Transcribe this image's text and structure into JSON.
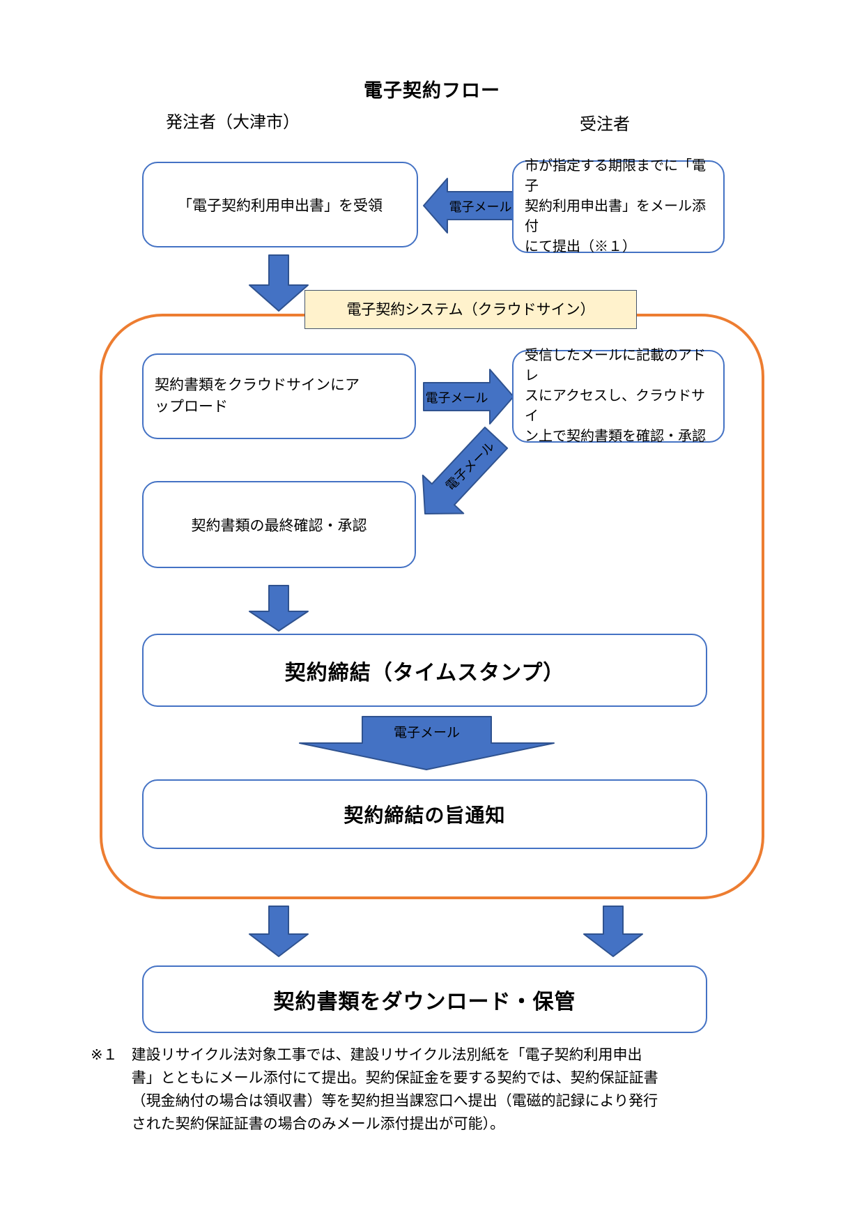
{
  "title": "電子契約フロー",
  "columns": {
    "left": "発注者（大津市）",
    "right": "受注者"
  },
  "system_label": "電子契約システム（クラウドサイン）",
  "labels": {
    "email": "電子メール"
  },
  "boxes": {
    "receive": "「電子契約利用申出書」を受領",
    "submit": "市が指定する期限までに「電子\n契約利用申出書」をメール添付\nにて提出（※１）",
    "upload": "契約書類をクラウドサインにア\nップロード",
    "access": "受信したメールに記載のアドレ\nスにアクセスし、クラウドサイ\nン上で契約書類を確認・承認",
    "final_confirm": "契約書類の最終確認・承認",
    "conclude": "契約締結（タイムスタンプ）",
    "notify": "契約締結の旨通知",
    "download": "契約書類をダウンロード・保管"
  },
  "footnote": {
    "marker": "※１",
    "text": "建設リサイクル法対象工事では、建設リサイクル法別紙を「電子契約利用申出\n書」とともにメール添付にて提出。契約保証金を要する契約では、契約保証証書\n（現金納付の場合は領収書）等を契約担当課窓口へ提出（電磁的記録により発行\nされた契約保証証書の場合のみメール添付提出が可能）。"
  },
  "colors": {
    "arrow_fill": "#4472C4",
    "arrow_stroke": "#2F528F",
    "box_border": "#4472C4",
    "container_border": "#ED7D31",
    "system_label_fill": "#FFF2CC",
    "system_label_border": "#44546A"
  }
}
